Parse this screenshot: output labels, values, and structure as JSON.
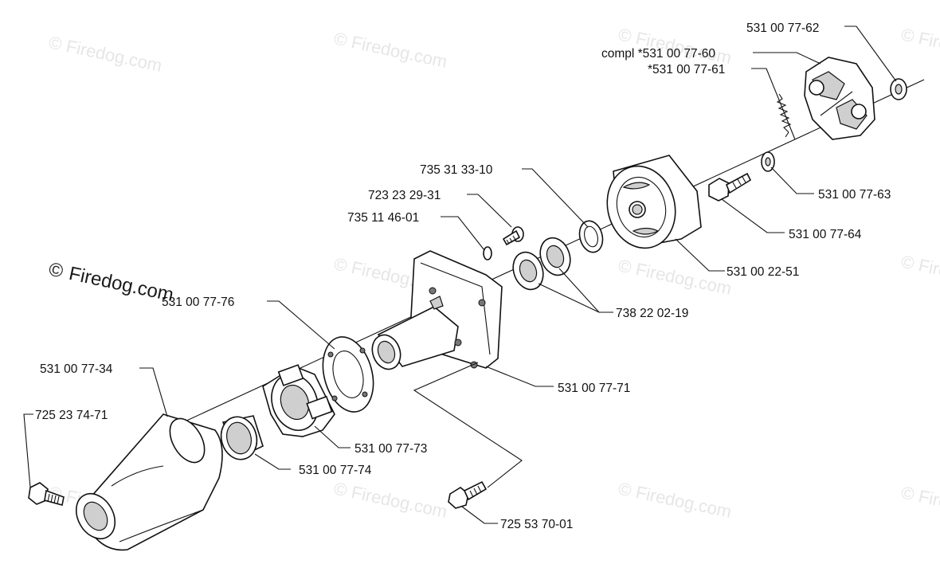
{
  "watermarks": {
    "text": "© Firedog.com",
    "copyright": "©",
    "brand": "Firedog.com",
    "prominent_brand": "Firedog.com"
  },
  "parts": {
    "p_531_00_77_62": "531 00 77-62",
    "p_531_00_77_60": "compl *531 00 77-60",
    "p_531_00_77_61": "*531 00 77-61",
    "p_735_31_33_10": "735 31 33-10",
    "p_531_00_77_63": "531 00 77-63",
    "p_723_23_29_31": "723 23 29-31",
    "p_735_11_46_01": "735 11 46-01",
    "p_531_00_77_64": "531 00 77-64",
    "p_531_00_22_51": "531 00 22-51",
    "p_531_00_77_76": "531 00 77-76",
    "p_738_22_02_19": "738 22 02-19",
    "p_531_00_77_34": "531 00 77-34",
    "p_531_00_77_71": "531 00 77-71",
    "p_725_23_74_71": "725 23 74-71",
    "p_531_00_77_73": "531 00 77-73",
    "p_531_00_77_74": "531 00 77-74",
    "p_725_53_70_01": "725 53 70-01"
  }
}
